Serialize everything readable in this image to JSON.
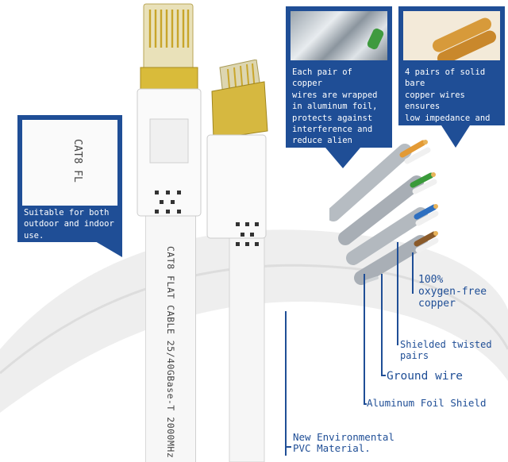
{
  "callouts": {
    "left": {
      "text": "Suitable for both\noutdoor and indoor\nuse.",
      "cable_print": "CAT8 FL"
    },
    "middle": {
      "text": "Each pair of copper\nwires are wrapped\nin aluminum foil,\nprotects against\ninterference and\nreduce alien\ncrosstalk."
    },
    "right": {
      "text": "4 pairs of solid bare\ncopper wires ensures\nlow impedance and\nfast transmission\nwithout interference."
    }
  },
  "cable_print": "CAT8 FLAT CABLE 25/40GBase-T 2000MHz",
  "labels": {
    "oxygen_free": "100%\noxygen-free\ncopper",
    "shielded": "Shielded twisted\npairs",
    "ground": "Ground wire",
    "foil": "Aluminum Foil Shield",
    "pvc": "New Environmental\nPVC Material."
  },
  "colors": {
    "accent": "#1f4e96",
    "gold": "#d8b83a",
    "cable": "#f4f4f4"
  }
}
